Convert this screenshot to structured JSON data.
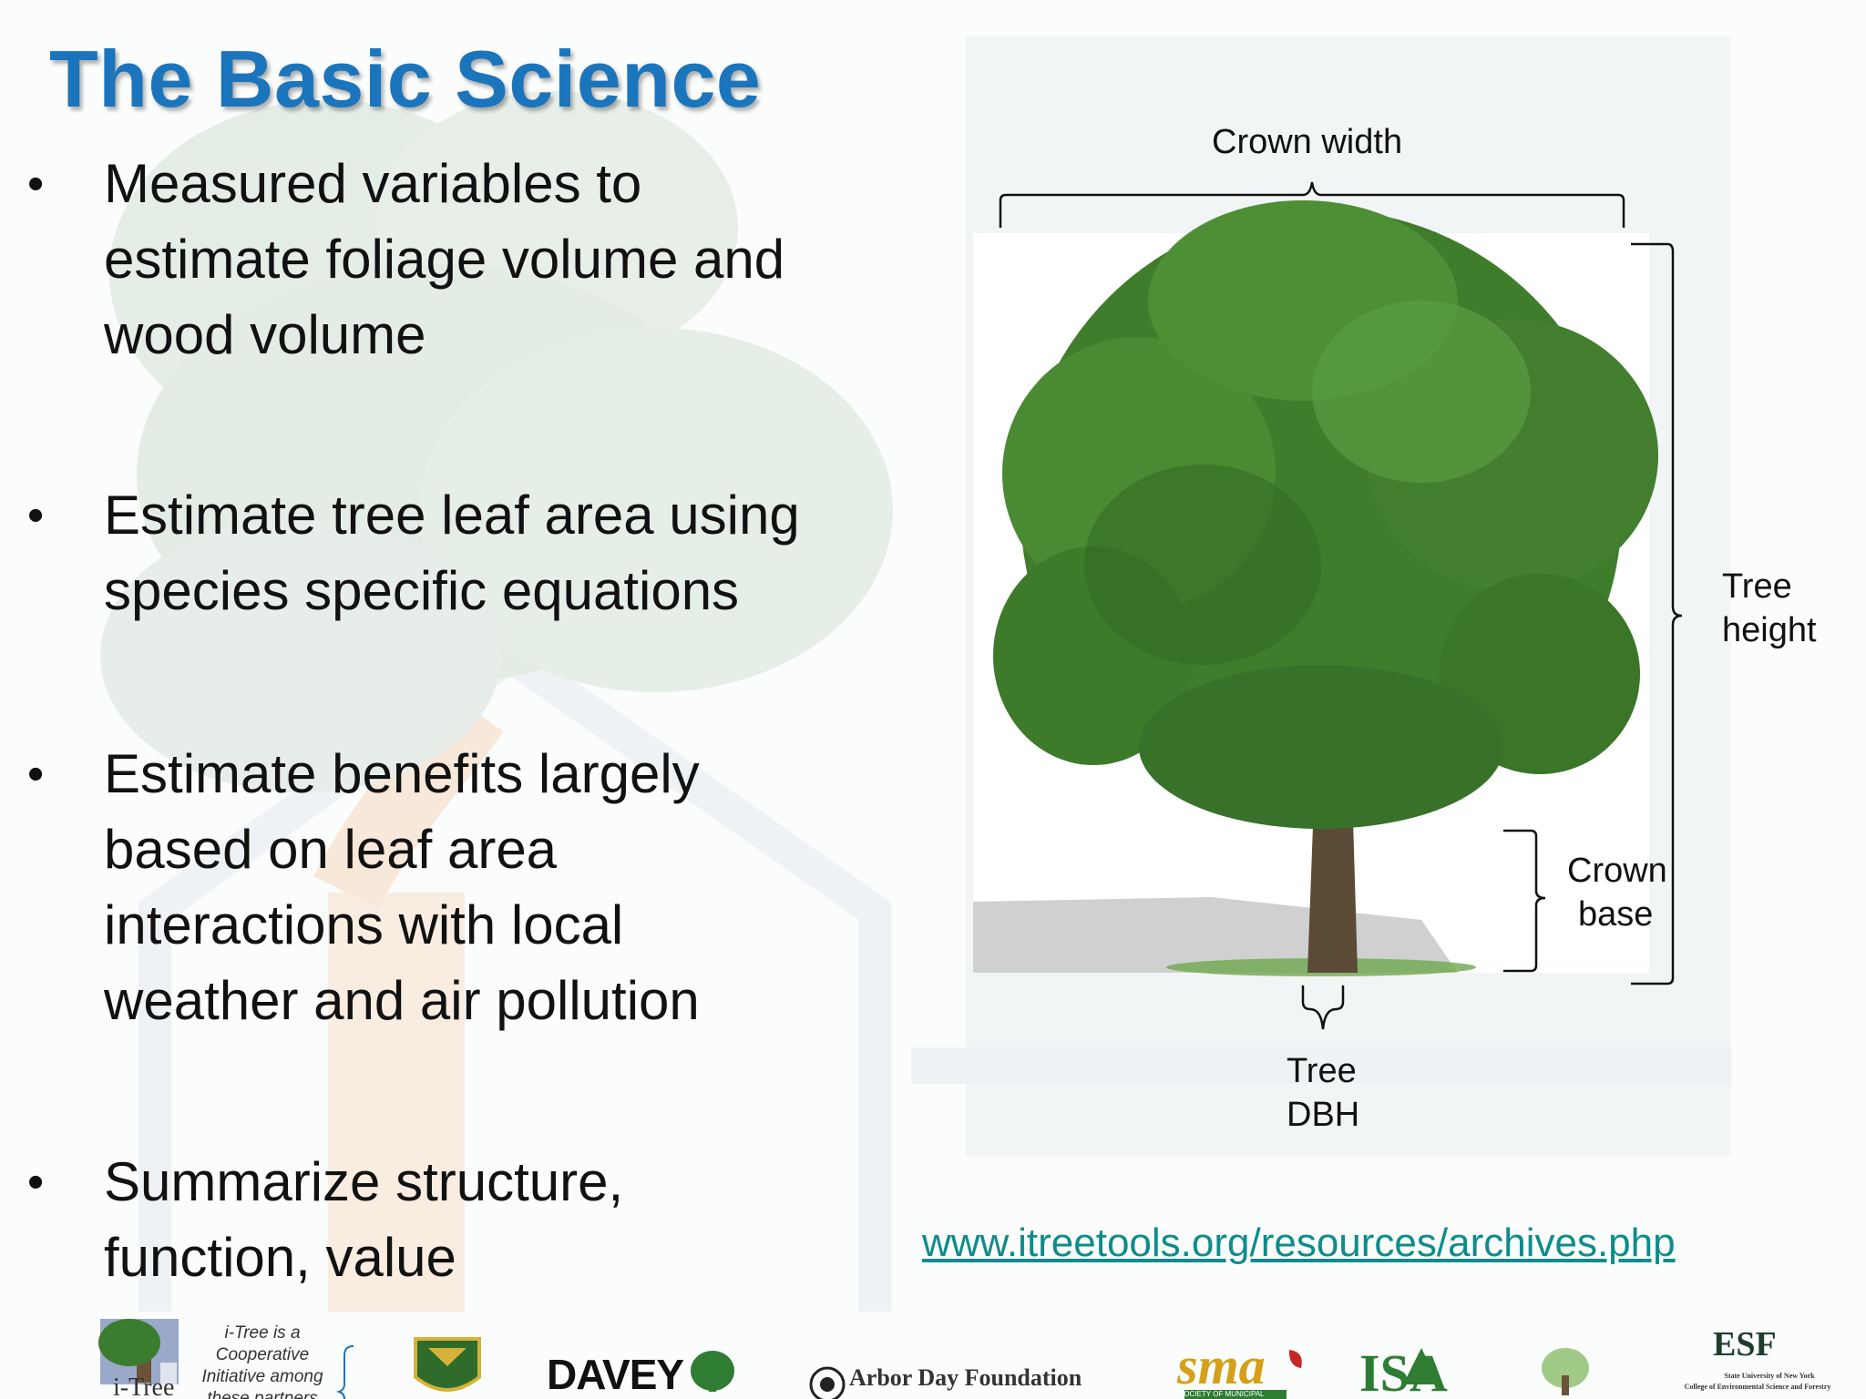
{
  "slide": {
    "title": "The Basic Science",
    "bullets": [
      {
        "line1": "Measured variables to",
        "line2": "estimate foliage volume and",
        "line3": "wood volume"
      },
      {
        "line1": "Estimate tree leaf area using",
        "line2": "species specific equations"
      },
      {
        "line1": "Estimate benefits largely",
        "line2": "based on leaf area",
        "line3": "interactions with local",
        "line4": "weather and air pollution"
      },
      {
        "line1": "Summarize structure,",
        "line2": "function, value"
      }
    ],
    "bullet_glyph": "•"
  },
  "diagram": {
    "crown_width": "Crown width",
    "tree_height_1": "Tree",
    "tree_height_2": "height",
    "crown_base_1": "Crown",
    "crown_base_2": "base",
    "tree_dbh_1": "Tree",
    "tree_dbh_2": "DBH"
  },
  "link": {
    "url": "www.itreetools.org/resources/archives.php"
  },
  "footer": {
    "itree_label": "i-Tree",
    "coop_1": "i-Tree is a",
    "coop_2": "Cooperative",
    "coop_3": "Initiative among",
    "coop_4": "these partners",
    "davey": "DAVEY",
    "arbor": "Arbor Day Foundation",
    "sma": "sma",
    "sma_sub": "SOCIETY OF MUNICIPAL ARBORISTS",
    "isa": "ISA",
    "esf": "ESF",
    "esf_sub1": "State University of New York",
    "esf_sub2": "College of Environmental Science and Forestry"
  },
  "colors": {
    "title": "#1b75bc",
    "link": "#0e8c8c",
    "foliage": "#3f7d2c"
  }
}
